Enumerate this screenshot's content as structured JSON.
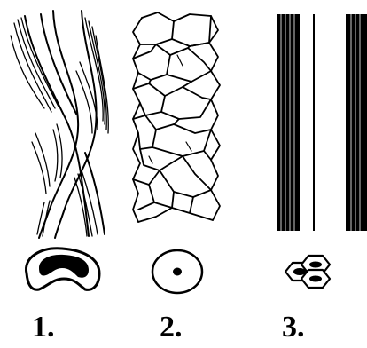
{
  "figure": {
    "panels": [
      {
        "label": "1.",
        "structure": "twisted-fiber-strands",
        "cross_section": "kidney-shaped-lumen"
      },
      {
        "label": "2.",
        "structure": "scaly-cuticle-shaft",
        "cross_section": "round-with-central-dot"
      },
      {
        "label": "3.",
        "structure": "parallel-straight-filaments",
        "cross_section": "hexagonal-cluster"
      }
    ]
  },
  "colors": {
    "ink": "#000000",
    "background": "#ffffff"
  }
}
